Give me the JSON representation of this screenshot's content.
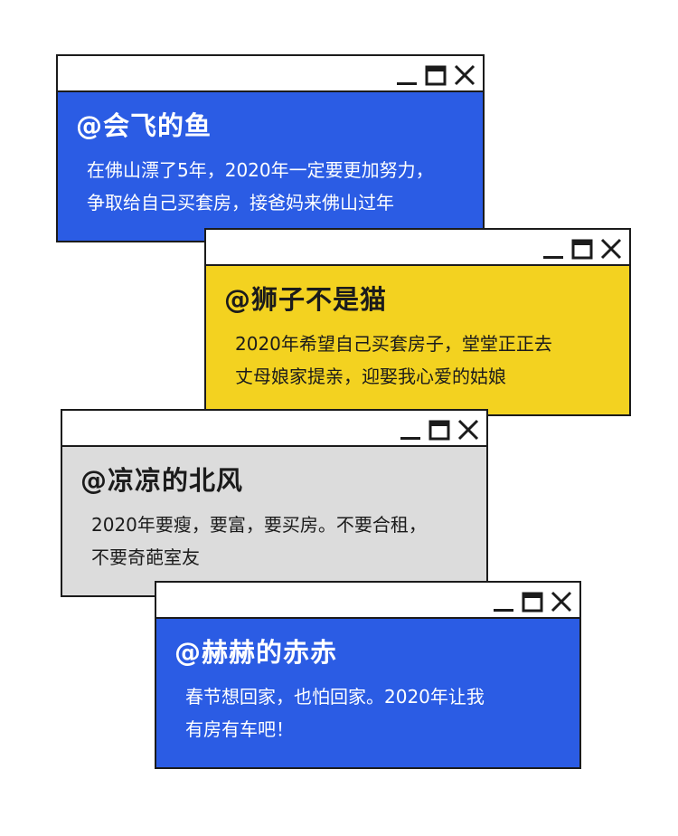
{
  "colors": {
    "blue": "#2b5ce4",
    "yellow": "#f3d220",
    "gray": "#dcdcdc",
    "border": "#1b1b1b"
  },
  "window_controls": [
    "minimize-icon",
    "maximize-icon",
    "close-icon"
  ],
  "windows": [
    {
      "user": "@会飞的鱼",
      "lines": [
        "在佛山漂了5年，2020年一定要更加努力，",
        "争取给自己买套房，接爸妈来佛山过年"
      ],
      "bg": "#2b5ce4",
      "text_color": "#ffffff"
    },
    {
      "user": "@狮子不是猫",
      "lines": [
        "2020年希望自己买套房子，堂堂正正去",
        "丈母娘家提亲，迎娶我心爱的姑娘"
      ],
      "bg": "#f3d220",
      "text_color": "#1b1b1b"
    },
    {
      "user": "@凉凉的北风",
      "lines": [
        "2020年要瘦，要富，要买房。不要合租，",
        "不要奇葩室友"
      ],
      "bg": "#dcdcdc",
      "text_color": "#1b1b1b"
    },
    {
      "user": "@赫赫的赤赤",
      "lines": [
        "春节想回家，也怕回家。2020年让我",
        "有房有车吧！"
      ],
      "bg": "#2b5ce4",
      "text_color": "#ffffff"
    }
  ]
}
